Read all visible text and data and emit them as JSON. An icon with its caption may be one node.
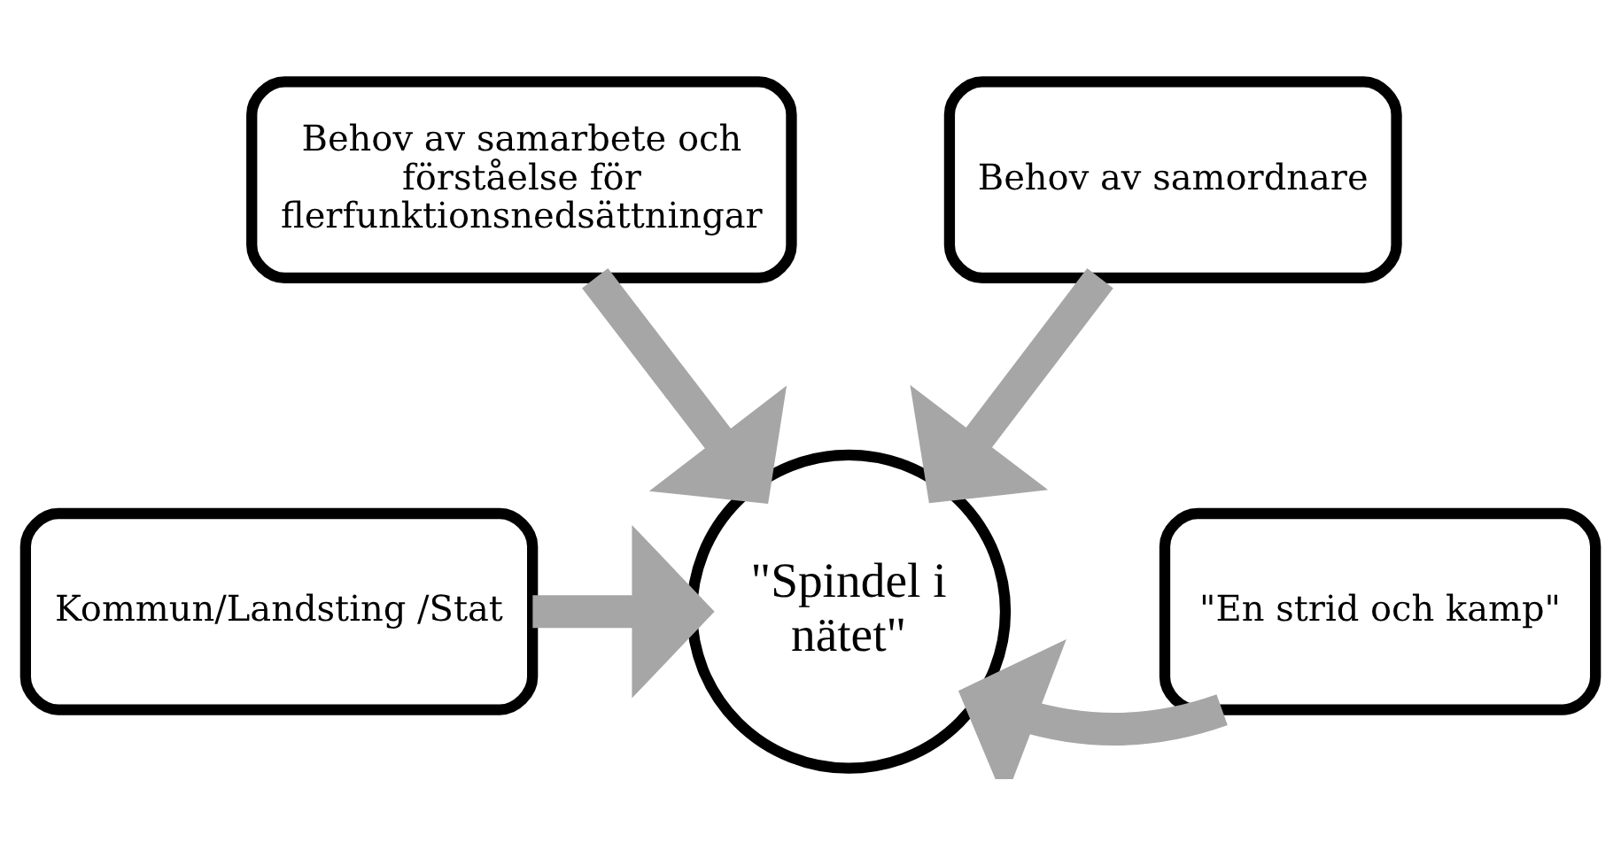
{
  "diagram": {
    "nodes": [
      {
        "text": [
          "Behov av samarbete och förståelse för flerfunktionsnedsättningar"
        ]
      },
      {
        "text": [
          "Behov av samordnare"
        ]
      },
      {
        "text": [
          "Kommun/Landsting /Stat"
        ]
      },
      {
        "text": [
          "\"Spindel i nätet\""
        ]
      },
      {
        "text": [
          "\"En strid och kamp\""
        ]
      }
    ],
    "edges": [
      {
        "from": 0,
        "to": 3,
        "arrow": "to"
      },
      {
        "from": 1,
        "to": 3,
        "arrow": "to"
      },
      {
        "from": 2,
        "to": 3,
        "arrow": "to"
      },
      {
        "from": 4,
        "to": 3,
        "arrow": "to"
      }
    ]
  }
}
